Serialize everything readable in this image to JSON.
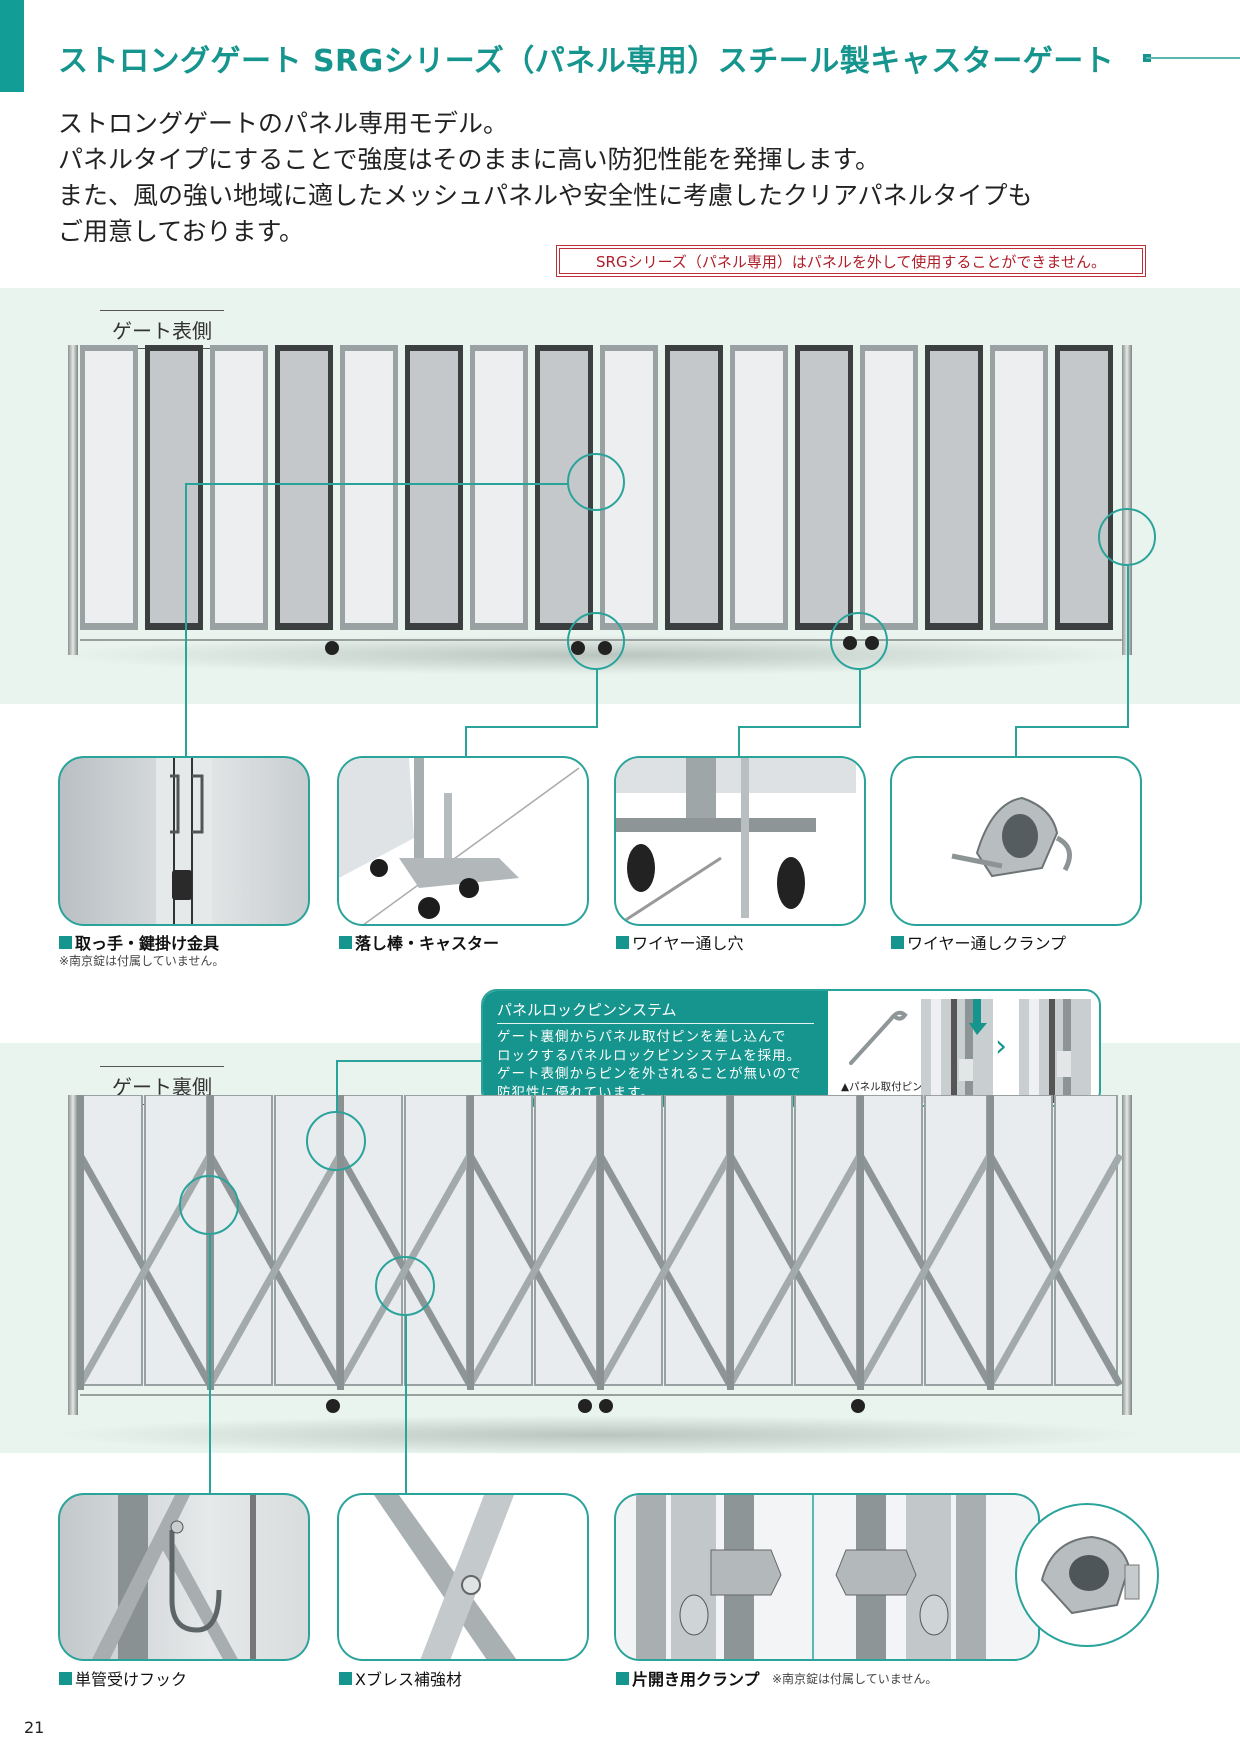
{
  "header": {
    "title": "ストロングゲート SRGシリーズ（パネル専用）スチール製キャスターゲート",
    "accent_color": "#15958d"
  },
  "intro": {
    "lines": [
      "ストロングゲートのパネル専用モデル。",
      "パネルタイプにすることで強度はそのままに高い防犯性能を発揮します。",
      "また、風の強い地域に適したメッシュパネルや安全性に考慮したクリアパネルタイプも",
      "ご用意しております。"
    ]
  },
  "notice": {
    "text": "SRGシリーズ（パネル専用）はパネルを外して使用することができません。",
    "color": "#b01e2a"
  },
  "front_view": {
    "label": "ゲート表側",
    "details": [
      {
        "caption": "取っ手・鍵掛け金具",
        "note": "※南京錠は付属していません。",
        "icon": "handle-lock-photo"
      },
      {
        "caption": "落し棒・キャスター",
        "note": "",
        "icon": "drop-rod-caster-photo"
      },
      {
        "caption": "ワイヤー通し穴",
        "note": "",
        "icon": "wire-hole-photo"
      },
      {
        "caption": "ワイヤー通しクランプ",
        "note": "",
        "icon": "wire-clamp-photo"
      }
    ]
  },
  "lock_pin": {
    "title": "パネルロックピンシステム",
    "body": [
      "ゲート裏側からパネル取付ピンを差し込んで",
      "ロックするパネルロックピンシステムを採用。",
      "ゲート表側からピンを外されることが無いので",
      "防犯性に優れています。"
    ],
    "pin_label": "▲パネル取付ピン",
    "arrow": "›"
  },
  "back_view": {
    "label": "ゲート裏側",
    "details": [
      {
        "caption": "単管受けフック",
        "note": "",
        "icon": "pipe-hook-photo"
      },
      {
        "caption": "Xブレス補強材",
        "note": "",
        "icon": "x-brace-photo"
      },
      {
        "caption": "片開き用クランプ",
        "note": "※南京錠は付属していません。",
        "icon": "single-swing-clamp-photo"
      }
    ]
  },
  "page_number": "21"
}
